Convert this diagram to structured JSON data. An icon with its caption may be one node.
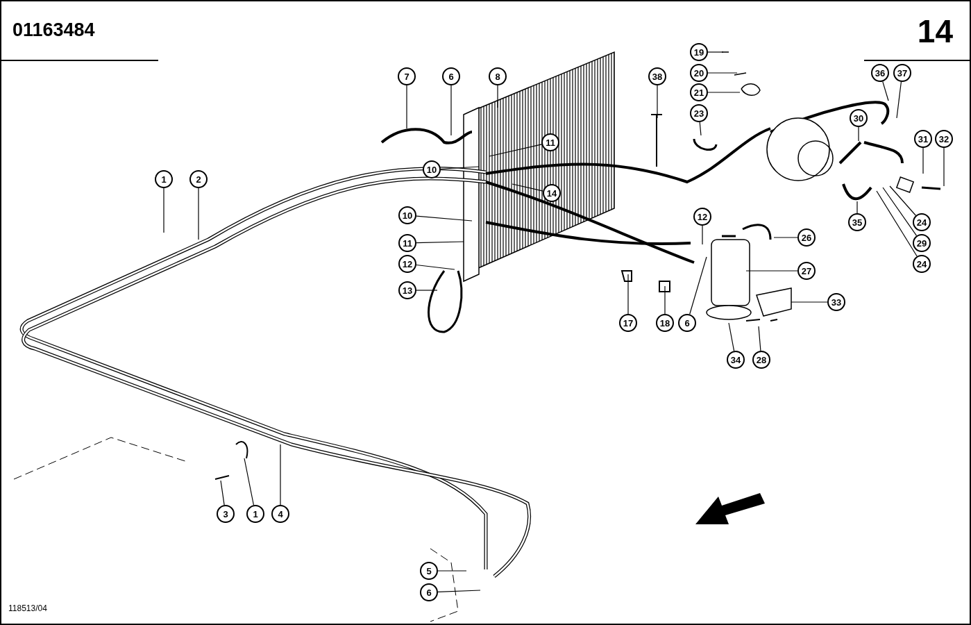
{
  "diagram": {
    "title": "01163484",
    "nodes": [
      {
        "text": [
          "19"
        ]
      },
      {
        "text": [
          "7"
        ]
      },
      {
        "text": [
          "6"
        ]
      },
      {
        "text": [
          "8"
        ]
      },
      {
        "text": [
          "38"
        ]
      },
      {
        "text": [
          "20"
        ]
      },
      {
        "text": [
          "36"
        ]
      },
      {
        "text": [
          "37"
        ]
      },
      {
        "text": [
          "21"
        ]
      },
      {
        "text": [
          "23"
        ]
      },
      {
        "text": [
          "30"
        ]
      },
      {
        "text": [
          "31"
        ]
      },
      {
        "text": [
          "32"
        ]
      },
      {
        "text": [
          "11"
        ]
      },
      {
        "text": [
          "10"
        ]
      },
      {
        "text": [
          "1"
        ]
      },
      {
        "text": [
          "2"
        ]
      },
      {
        "text": [
          "14"
        ]
      },
      {
        "text": [
          "10"
        ]
      },
      {
        "text": [
          "12"
        ]
      },
      {
        "text": [
          "24"
        ]
      },
      {
        "text": [
          "35"
        ]
      },
      {
        "text": [
          "26"
        ]
      },
      {
        "text": [
          "11"
        ]
      },
      {
        "text": [
          "29"
        ]
      },
      {
        "text": [
          "12"
        ]
      },
      {
        "text": [
          "24"
        ]
      },
      {
        "text": [
          "27"
        ]
      },
      {
        "text": [
          "13"
        ]
      },
      {
        "text": [
          "33"
        ]
      },
      {
        "text": [
          "17"
        ]
      },
      {
        "text": [
          "18"
        ]
      },
      {
        "text": [
          "6"
        ]
      },
      {
        "text": [
          "34"
        ]
      },
      {
        "text": [
          "28"
        ]
      },
      {
        "text": [
          "3"
        ]
      },
      {
        "text": [
          "1"
        ]
      },
      {
        "text": [
          "4"
        ]
      },
      {
        "text": [
          "5"
        ]
      },
      {
        "text": [
          "6"
        ]
      }
    ],
    "edges": [
      {
        "from": 0,
        "to": null,
        "arrow": "none"
      },
      {
        "from": 1,
        "to": null,
        "arrow": "none"
      },
      {
        "from": 2,
        "to": null,
        "arrow": "none"
      },
      {
        "from": 3,
        "to": null,
        "arrow": "none"
      },
      {
        "from": 4,
        "to": null,
        "arrow": "none"
      },
      {
        "from": 5,
        "to": null,
        "arrow": "none"
      },
      {
        "from": 6,
        "to": null,
        "arrow": "none"
      },
      {
        "from": 7,
        "to": null,
        "arrow": "none"
      },
      {
        "from": 8,
        "to": null,
        "arrow": "none"
      },
      {
        "from": 9,
        "to": null,
        "arrow": "none"
      },
      {
        "from": 10,
        "to": null,
        "arrow": "none"
      },
      {
        "from": 11,
        "to": null,
        "arrow": "none"
      },
      {
        "from": 12,
        "to": null,
        "arrow": "none"
      },
      {
        "from": 13,
        "to": null,
        "arrow": "none"
      },
      {
        "from": 14,
        "to": null,
        "arrow": "none"
      },
      {
        "from": 15,
        "to": null,
        "arrow": "none"
      },
      {
        "from": 16,
        "to": null,
        "arrow": "none"
      },
      {
        "from": 17,
        "to": null,
        "arrow": "none"
      },
      {
        "from": 18,
        "to": null,
        "arrow": "none"
      },
      {
        "from": 19,
        "to": null,
        "arrow": "none"
      },
      {
        "from": 20,
        "to": null,
        "arrow": "none"
      },
      {
        "from": 21,
        "to": null,
        "arrow": "none"
      },
      {
        "from": 22,
        "to": null,
        "arrow": "none"
      },
      {
        "from": 23,
        "to": null,
        "arrow": "none"
      },
      {
        "from": 24,
        "to": null,
        "arrow": "none"
      },
      {
        "from": 25,
        "to": null,
        "arrow": "none"
      },
      {
        "from": 26,
        "to": null,
        "arrow": "none"
      },
      {
        "from": 27,
        "to": null,
        "arrow": "none"
      },
      {
        "from": 28,
        "to": null,
        "arrow": "none"
      },
      {
        "from": 29,
        "to": null,
        "arrow": "none"
      },
      {
        "from": 30,
        "to": null,
        "arrow": "none"
      },
      {
        "from": 31,
        "to": null,
        "arrow": "none"
      },
      {
        "from": 32,
        "to": null,
        "arrow": "none"
      },
      {
        "from": 33,
        "to": null,
        "arrow": "none"
      },
      {
        "from": 34,
        "to": null,
        "arrow": "none"
      },
      {
        "from": 35,
        "to": null,
        "arrow": "none"
      },
      {
        "from": 36,
        "to": null,
        "arrow": "none"
      },
      {
        "from": 37,
        "to": null,
        "arrow": "none"
      },
      {
        "from": 38,
        "to": null,
        "arrow": "none"
      },
      {
        "from": 39,
        "to": null,
        "arrow": "none"
      }
    ],
    "labels": [
      "14",
      "118513/04"
    ]
  }
}
